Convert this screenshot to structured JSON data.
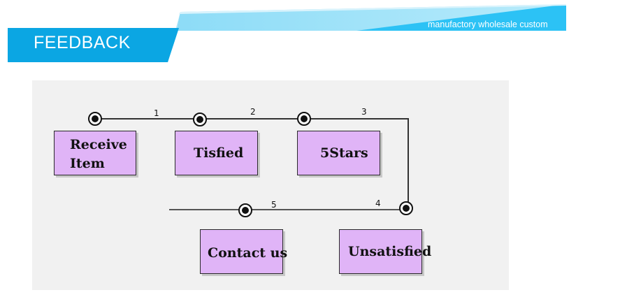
{
  "banner": {
    "title": "FEEDBACK",
    "tagline": "manufactory wholesale custom",
    "colors": {
      "primary": "#0aaee8",
      "light": "#5ccdf3",
      "accent": "#2cc2f5"
    }
  },
  "flow": {
    "line_color": "#333333",
    "box_color": "#e0b4f7",
    "steps": [
      {
        "number": "1",
        "label": "Receive Item"
      },
      {
        "number": "2",
        "label": "Tisfied"
      },
      {
        "number": "3",
        "label": "5Stars"
      },
      {
        "number": "4",
        "label": "Unsatisfied"
      },
      {
        "number": "5",
        "label": "Contact us"
      }
    ]
  }
}
